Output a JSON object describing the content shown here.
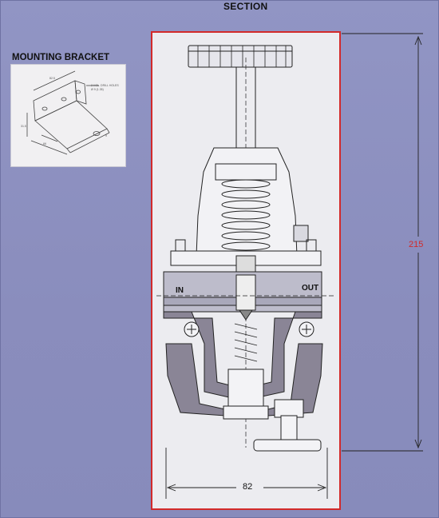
{
  "header": {
    "title": "SECTION"
  },
  "bracket": {
    "title": "MOUNTING BRACKET"
  },
  "section": {
    "port_in": "IN",
    "port_out": "OUT",
    "dim_height": "215",
    "dim_width": "82"
  },
  "colors": {
    "background": "#8c8fbf",
    "frame_border": "#d22a2a",
    "drawing_fill": "#ececf0",
    "shaded_body": "#8a8596",
    "flow_body": "#bdbccb",
    "line": "#222222"
  }
}
